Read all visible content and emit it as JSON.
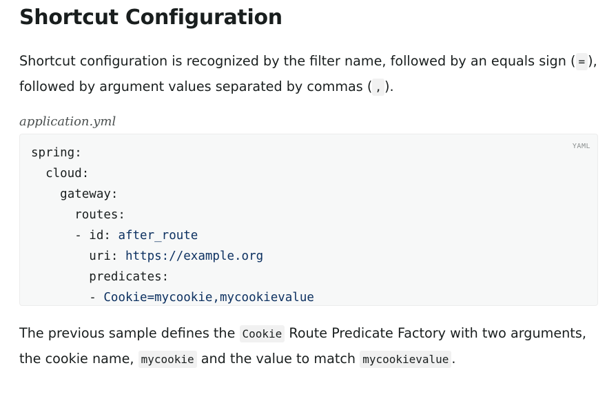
{
  "heading": "Shortcut Configuration",
  "intro": {
    "text_before": "Shortcut configuration is recognized by the filter name, followed by an equals sign (",
    "code1": "=",
    "text_middle": "), followed by argument values separated by commas (",
    "code2": ",",
    "text_after": ")."
  },
  "caption": "application.yml",
  "codeblock": {
    "language": "YAML",
    "lines": [
      {
        "indent": "",
        "key": "spring:",
        "value": ""
      },
      {
        "indent": "  ",
        "key": "cloud:",
        "value": ""
      },
      {
        "indent": "    ",
        "key": "gateway:",
        "value": ""
      },
      {
        "indent": "      ",
        "key": "routes:",
        "value": ""
      },
      {
        "indent": "      ",
        "key": "- id: ",
        "value": "after_route"
      },
      {
        "indent": "        ",
        "key": "uri: ",
        "value": "https://example.org"
      },
      {
        "indent": "        ",
        "key": "predicates:",
        "value": ""
      },
      {
        "indent": "        ",
        "key": "- ",
        "value": "Cookie=mycookie,mycookievalue"
      }
    ]
  },
  "after": {
    "text_before": "The previous sample defines the ",
    "code1": "Cookie",
    "text_middle1": " Route Predicate Factory with two arguments, the cookie name, ",
    "code2": "mycookie",
    "text_middle2": " and the value to match ",
    "code3": "mycookievalue",
    "text_after": "."
  }
}
